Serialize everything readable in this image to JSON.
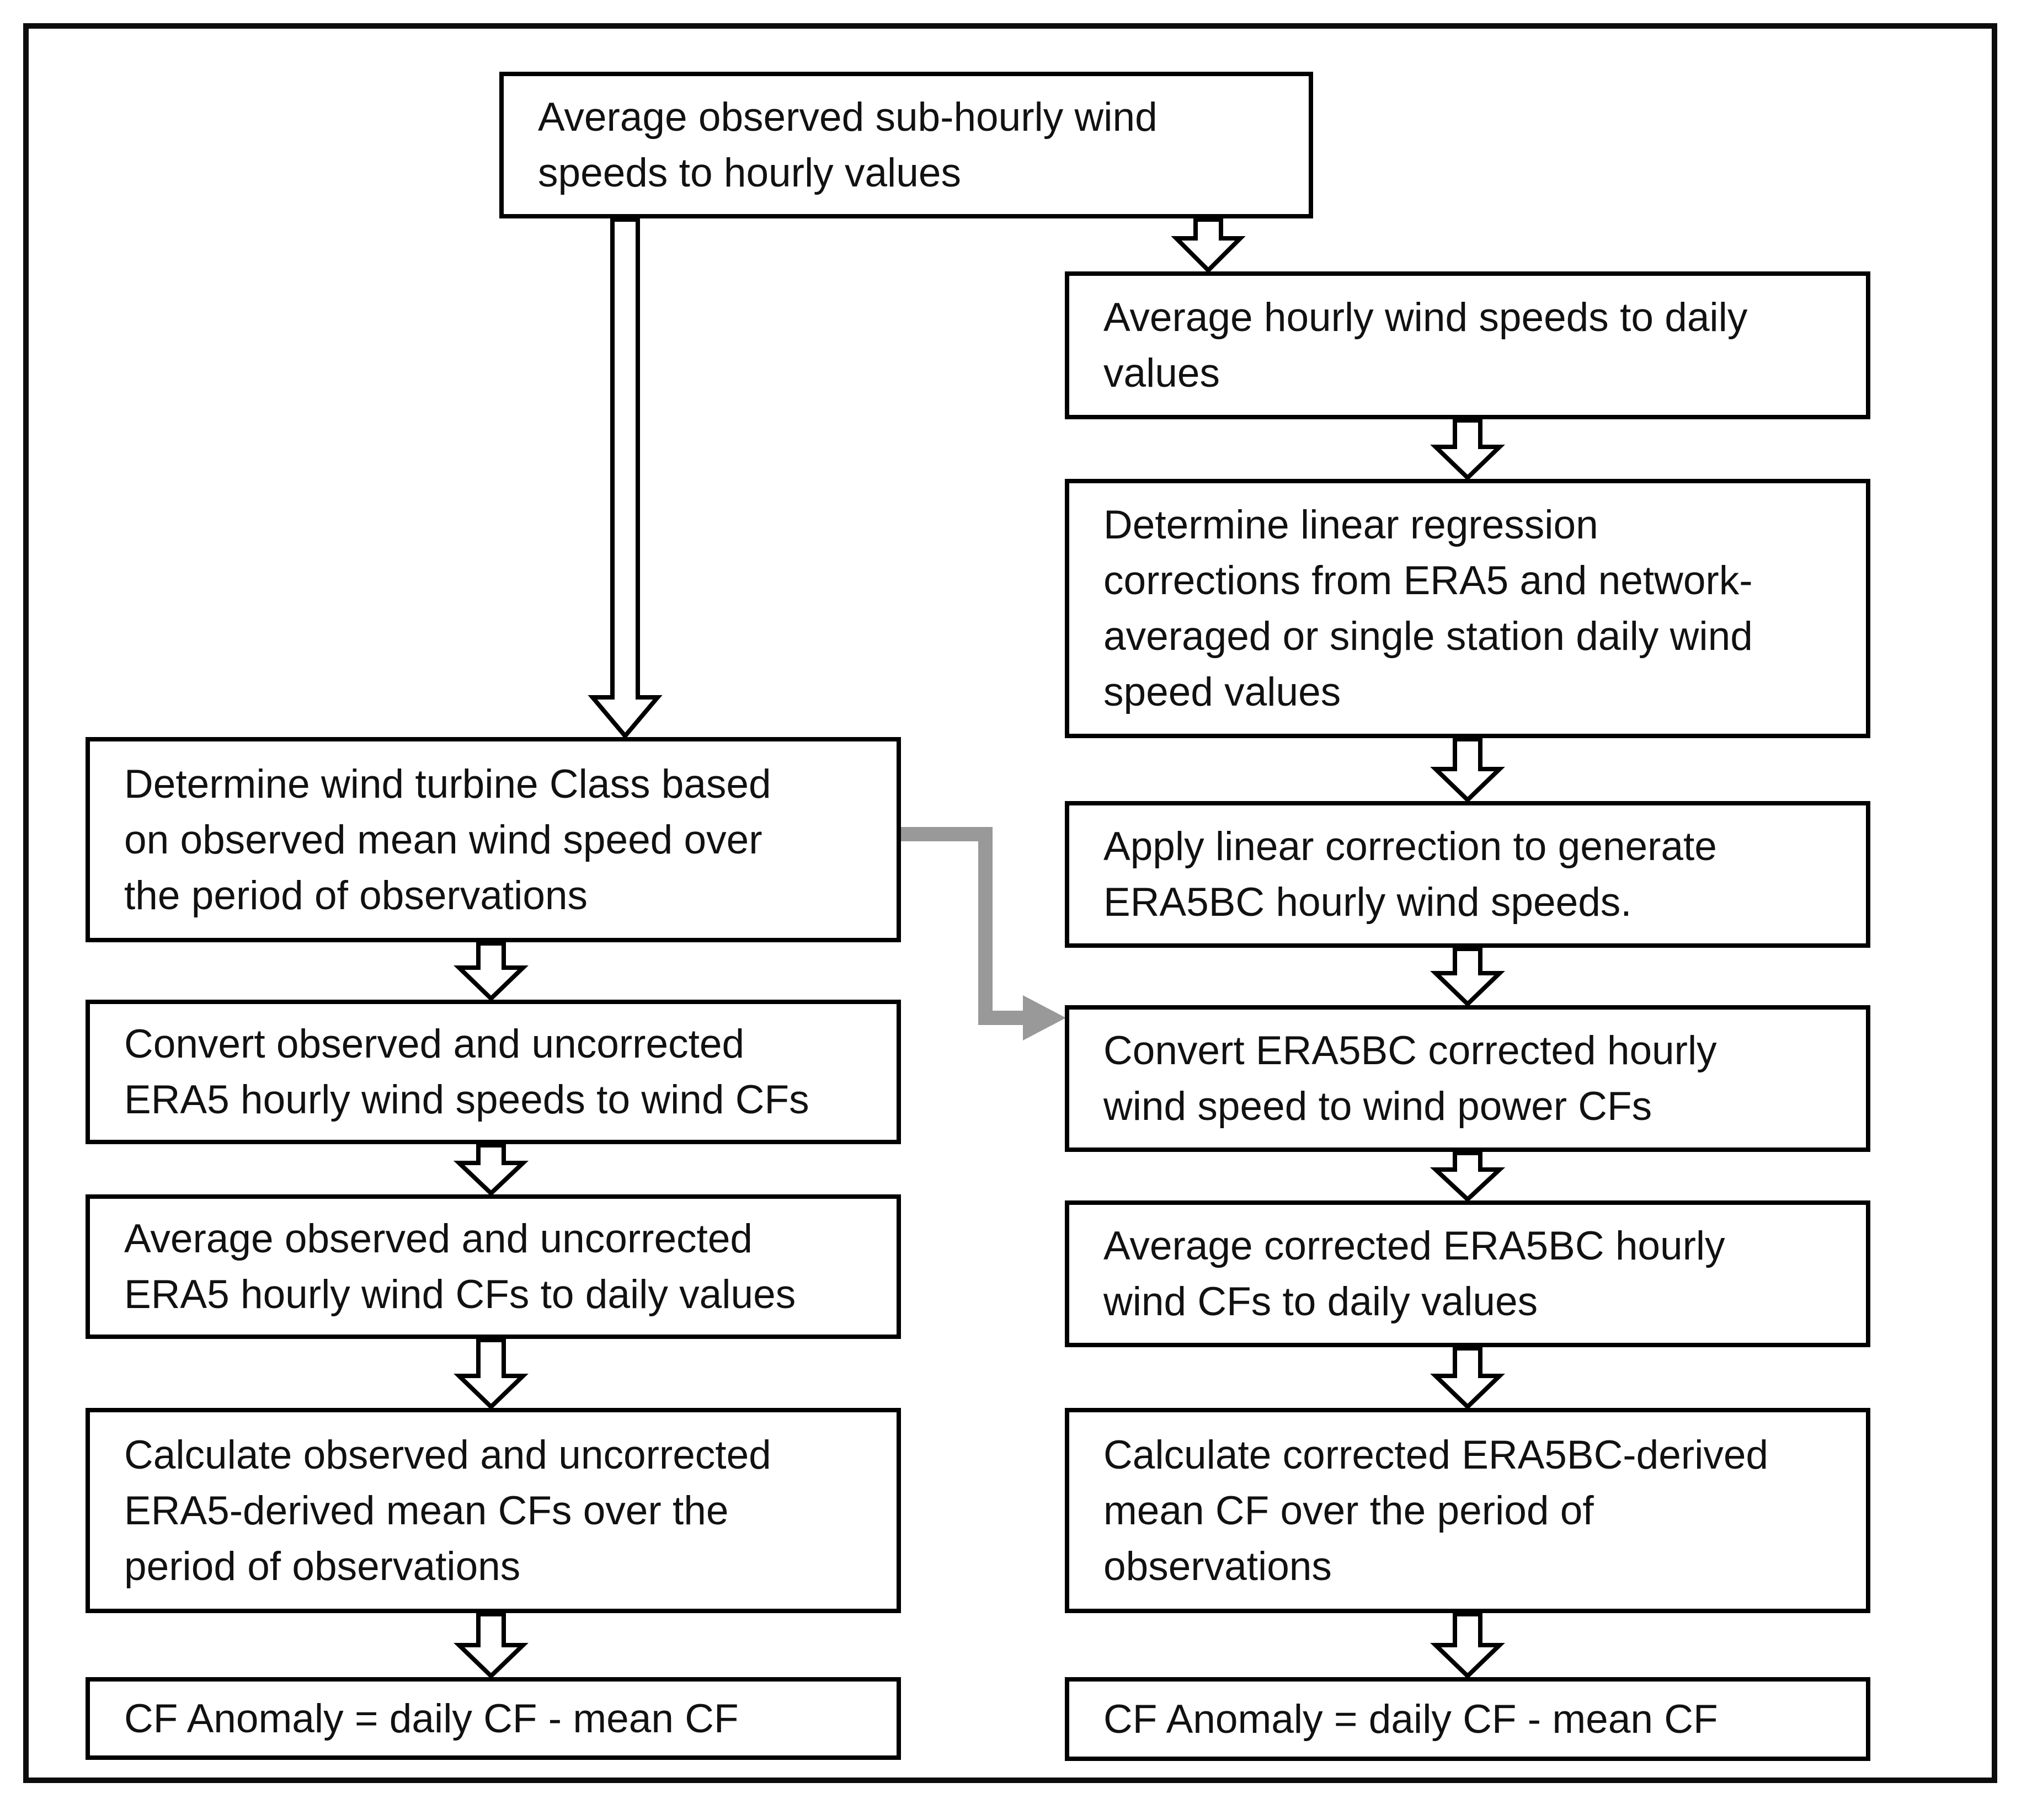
{
  "diagram": {
    "colors": {
      "box_border": "#000000",
      "outer_frame": "#0d0d0d",
      "text": "#111111",
      "black_arrow_fill": "#ffffff",
      "gray_arrow": "#999999",
      "background": "#ffffff"
    },
    "top_box": {
      "id": "average-subhourly",
      "text": "Average observed sub-hourly wind\nspeeds to hourly values"
    },
    "left_column": [
      {
        "id": "determine-turbine-class",
        "text": "Determine wind turbine Class based\non observed mean wind speed over\nthe period of observations"
      },
      {
        "id": "convert-observed-era5-cfs",
        "text": "Convert observed and uncorrected\nERA5 hourly wind speeds to wind CFs"
      },
      {
        "id": "average-observed-era5-cfs-daily",
        "text": "Average observed and uncorrected\nERA5 hourly wind CFs to daily values"
      },
      {
        "id": "calculate-observed-era5-mean-cfs",
        "text": "Calculate observed and uncorrected\nERA5-derived mean CFs over the\nperiod of observations"
      },
      {
        "id": "cf-anomaly-left",
        "text": "CF Anomaly = daily CF - mean CF"
      }
    ],
    "right_column": [
      {
        "id": "average-hourly-to-daily",
        "text": "Average hourly wind speeds to daily\nvalues"
      },
      {
        "id": "determine-linear-regression",
        "text": "Determine linear regression\ncorrections from ERA5 and network-\naveraged or single station daily wind\nspeed values"
      },
      {
        "id": "apply-linear-correction",
        "text": "Apply linear correction to generate\nERA5BC hourly wind speeds."
      },
      {
        "id": "convert-era5bc-to-cfs",
        "text": "Convert ERA5BC corrected hourly\nwind speed to wind power CFs"
      },
      {
        "id": "average-era5bc-cfs-daily",
        "text": "Average corrected ERA5BC hourly\nwind CFs to daily values"
      },
      {
        "id": "calculate-era5bc-mean-cf",
        "text": "Calculate corrected ERA5BC-derived\nmean CF over the period of\nobservations"
      },
      {
        "id": "cf-anomaly-right",
        "text": "CF Anomaly = daily CF - mean CF"
      }
    ],
    "connections": [
      {
        "from": "average-subhourly",
        "to": "determine-turbine-class",
        "style": "black-outline-arrow-long"
      },
      {
        "from": "average-subhourly",
        "to": "average-hourly-to-daily",
        "style": "black-outline-arrow"
      },
      {
        "from": "average-hourly-to-daily",
        "to": "determine-linear-regression",
        "style": "black-outline-arrow"
      },
      {
        "from": "determine-linear-regression",
        "to": "apply-linear-correction",
        "style": "black-outline-arrow"
      },
      {
        "from": "apply-linear-correction",
        "to": "convert-era5bc-to-cfs",
        "style": "black-outline-arrow"
      },
      {
        "from": "convert-era5bc-to-cfs",
        "to": "average-era5bc-cfs-daily",
        "style": "black-outline-arrow"
      },
      {
        "from": "average-era5bc-cfs-daily",
        "to": "calculate-era5bc-mean-cf",
        "style": "black-outline-arrow"
      },
      {
        "from": "calculate-era5bc-mean-cf",
        "to": "cf-anomaly-right",
        "style": "black-outline-arrow"
      },
      {
        "from": "determine-turbine-class",
        "to": "convert-observed-era5-cfs",
        "style": "black-outline-arrow"
      },
      {
        "from": "convert-observed-era5-cfs",
        "to": "average-observed-era5-cfs-daily",
        "style": "black-outline-arrow"
      },
      {
        "from": "average-observed-era5-cfs-daily",
        "to": "calculate-observed-era5-mean-cfs",
        "style": "black-outline-arrow"
      },
      {
        "from": "calculate-observed-era5-mean-cfs",
        "to": "cf-anomaly-left",
        "style": "black-outline-arrow"
      },
      {
        "from": "determine-turbine-class",
        "to": "convert-era5bc-to-cfs",
        "style": "gray-elbow-arrow"
      }
    ]
  }
}
